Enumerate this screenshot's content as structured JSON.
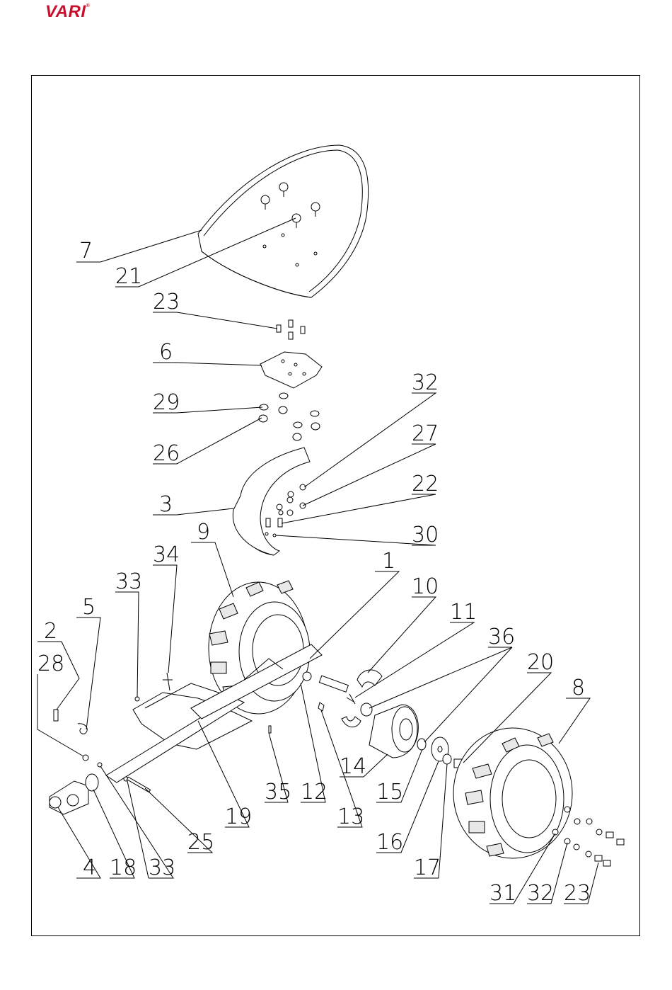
{
  "brand": {
    "logo_text": "VARI",
    "registered_mark": "®",
    "color": "#c8102e"
  },
  "callouts": {
    "c1": "1",
    "c2": "2",
    "c3": "3",
    "c4": "4",
    "c5": "5",
    "c6": "6",
    "c7": "7",
    "c8": "8",
    "c9": "9",
    "c10": "10",
    "c11": "11",
    "c12": "12",
    "c13": "13",
    "c14": "14",
    "c15": "15",
    "c16": "16",
    "c17": "17",
    "c18": "18",
    "c19": "19",
    "c20": "20",
    "c21": "21",
    "c22": "22",
    "c23": "23",
    "c23b": "23",
    "c25": "25",
    "c26": "26",
    "c27": "27",
    "c28": "28",
    "c29": "29",
    "c30": "30",
    "c31": "31",
    "c32": "32",
    "c32b": "32",
    "c33": "33",
    "c33b": "33",
    "c34": "34",
    "c35": "35",
    "c36": "36"
  }
}
